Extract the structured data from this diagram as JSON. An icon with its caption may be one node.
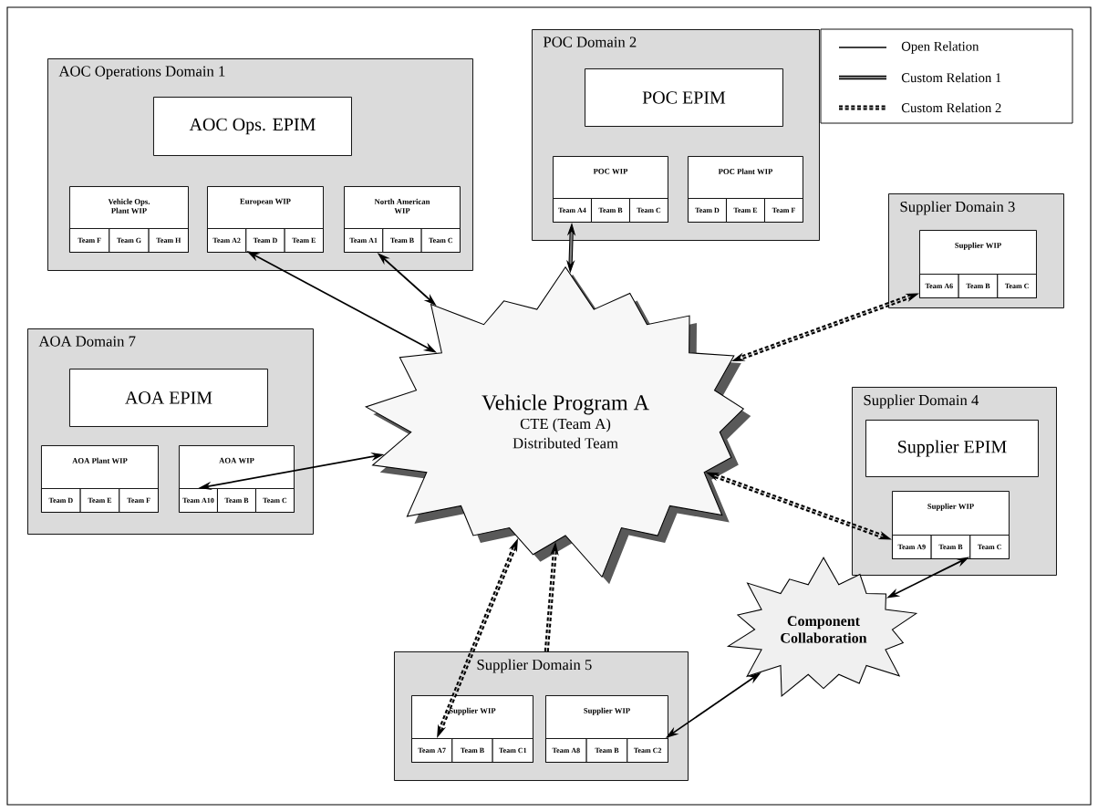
{
  "diagram": {
    "nodes": [
      {
        "text": [
          "AOC Operations Domain 1"
        ]
      },
      {
        "text": [
          "AOC Ops. EPIM"
        ],
        "in": 0
      },
      {
        "text": [
          "Vehicle Ops. Plant WIP"
        ],
        "in": 0
      },
      {
        "text": [
          "Team F"
        ],
        "in": 2
      },
      {
        "text": [
          "Team G"
        ],
        "in": 2
      },
      {
        "text": [
          "Team H"
        ],
        "in": 2
      },
      {
        "text": [
          "European WIP"
        ],
        "in": 0
      },
      {
        "text": [
          "Team A2"
        ],
        "in": 6
      },
      {
        "text": [
          "Team D"
        ],
        "in": 6
      },
      {
        "text": [
          "Team E"
        ],
        "in": 6
      },
      {
        "text": [
          "North American WIP"
        ],
        "in": 0
      },
      {
        "text": [
          "Team A1"
        ],
        "in": 10
      },
      {
        "text": [
          "Team B"
        ],
        "in": 10
      },
      {
        "text": [
          "Team C"
        ],
        "in": 10
      },
      {
        "text": [
          "POC Domain 2"
        ]
      },
      {
        "text": [
          "POC EPIM"
        ],
        "in": 14
      },
      {
        "text": [
          "POC WIP"
        ],
        "in": 14
      },
      {
        "text": [
          "Team A4"
        ],
        "in": 16
      },
      {
        "text": [
          "Team B"
        ],
        "in": 16
      },
      {
        "text": [
          "Team C"
        ],
        "in": 16
      },
      {
        "text": [
          "POC Plant WIP"
        ],
        "in": 14
      },
      {
        "text": [
          "Team D"
        ],
        "in": 20
      },
      {
        "text": [
          "Team E"
        ],
        "in": 20
      },
      {
        "text": [
          "Team F"
        ],
        "in": 20
      },
      {
        "text": [
          "Supplier Domain 3"
        ]
      },
      {
        "text": [
          "Supplier WIP"
        ],
        "in": 24
      },
      {
        "text": [
          "Team A6"
        ],
        "in": 25
      },
      {
        "text": [
          "Team B"
        ],
        "in": 25
      },
      {
        "text": [
          "Team C"
        ],
        "in": 25
      },
      {
        "text": [
          "AOA Domain 7"
        ]
      },
      {
        "text": [
          "AOA EPIM"
        ],
        "in": 29
      },
      {
        "text": [
          "AOA Plant WIP"
        ],
        "in": 29
      },
      {
        "text": [
          "Team D"
        ],
        "in": 31
      },
      {
        "text": [
          "Team E"
        ],
        "in": 31
      },
      {
        "text": [
          "Team F"
        ],
        "in": 31
      },
      {
        "text": [
          "AOA WIP"
        ],
        "in": 29
      },
      {
        "text": [
          "Team A10"
        ],
        "in": 35
      },
      {
        "text": [
          "Team B"
        ],
        "in": 35
      },
      {
        "text": [
          "Team C"
        ],
        "in": 35
      },
      {
        "text": [
          "Vehicle Program A",
          "CTE (Team A) Distributed Team"
        ]
      },
      {
        "text": [
          "Supplier Domain 4"
        ]
      },
      {
        "text": [
          "Supplier EPIM"
        ],
        "in": 40
      },
      {
        "text": [
          "Supplier WIP"
        ],
        "in": 40
      },
      {
        "text": [
          "Team A9"
        ],
        "in": 42
      },
      {
        "text": [
          "Team B"
        ],
        "in": 42
      },
      {
        "text": [
          "Team C"
        ],
        "in": 42
      },
      {
        "text": [
          "Supplier Domain 5"
        ]
      },
      {
        "text": [
          "Supplier WIP"
        ],
        "in": 46
      },
      {
        "text": [
          "Team A7"
        ],
        "in": 47
      },
      {
        "text": [
          "Team B"
        ],
        "in": 47
      },
      {
        "text": [
          "Team C1"
        ],
        "in": 47
      },
      {
        "text": [
          "Supplier WIP"
        ],
        "in": 46
      },
      {
        "text": [
          "Team A8"
        ],
        "in": 51
      },
      {
        "text": [
          "Team B"
        ],
        "in": 51
      },
      {
        "text": [
          "Team C2"
        ],
        "in": 51
      },
      {
        "text": [
          "Component Collaboration"
        ]
      }
    ],
    "edges": [
      {
        "from": 7,
        "to": 39,
        "arrow": "both"
      },
      {
        "from": 11,
        "to": 39,
        "arrow": "both"
      },
      {
        "from": 17,
        "to": 39,
        "arrow": "both",
        "style": "thick"
      },
      {
        "from": 26,
        "to": 39,
        "arrow": "both",
        "style": "dashed"
      },
      {
        "from": 36,
        "to": 39,
        "arrow": "both"
      },
      {
        "from": 43,
        "to": 39,
        "arrow": "both",
        "style": "dashed"
      },
      {
        "from": 45,
        "to": 55,
        "arrow": "both"
      },
      {
        "from": 48,
        "to": 39,
        "arrow": "both",
        "style": "dashed"
      },
      {
        "from": 46,
        "to": 39,
        "arrow": "to",
        "style": "dashed"
      },
      {
        "from": 54,
        "to": 55,
        "arrow": "both"
      }
    ],
    "legend": [
      {
        "text": "Open Relation"
      },
      {
        "text": "Custom Relation 1"
      },
      {
        "text": "Custom Relation 2"
      }
    ]
  }
}
